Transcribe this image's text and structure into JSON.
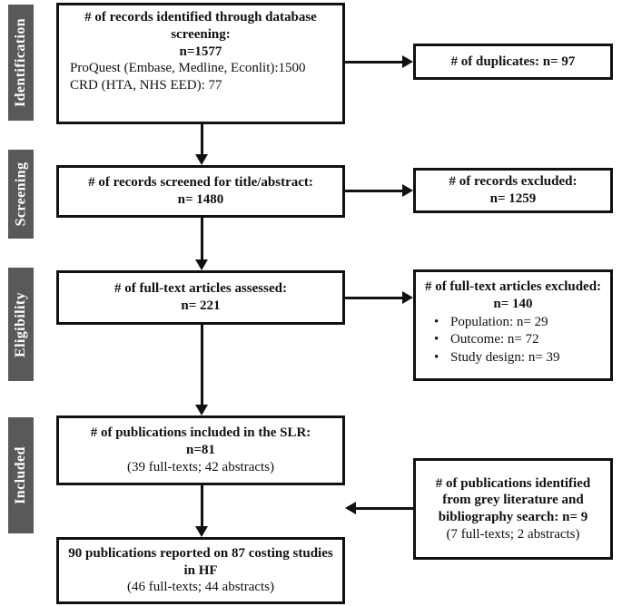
{
  "colors": {
    "sidebar_bg": "#595959",
    "sidebar_text": "#ffffff",
    "box_border": "#111111",
    "text": "#111111",
    "background": "#ffffff"
  },
  "stages": [
    {
      "label": "Identification"
    },
    {
      "label": "Screening"
    },
    {
      "label": "Eligibility"
    },
    {
      "label": "Included"
    }
  ],
  "boxes": {
    "identification": {
      "title": "# of records identified through database screening:",
      "count": "n=1577",
      "details": [
        "ProQuest (Embase, Medline, Econlit):1500",
        "CRD (HTA, NHS EED): 77"
      ]
    },
    "duplicates": {
      "title": "# of duplicates: n= 97"
    },
    "screened": {
      "title": "# of records screened for title/abstract:",
      "count": "n= 1480"
    },
    "records_excluded": {
      "title": "# of records excluded:",
      "count": "n= 1259"
    },
    "fulltext_assessed": {
      "title": "# of full-text articles assessed:",
      "count": "n= 221"
    },
    "fulltext_excluded": {
      "title": "# of full-text articles excluded: n= 140",
      "bullets": [
        "Population: n= 29",
        "Outcome: n= 72",
        "Study design: n= 39"
      ]
    },
    "slr_included": {
      "title": "# of publications included in the SLR:",
      "count": "n=81",
      "detail": "(39 full-texts; 42 abstracts)"
    },
    "grey_literature": {
      "title": "# of publications identified from grey literature and bibliography search: n= 9",
      "detail": "(7 full-texts; 2 abstracts)"
    },
    "final": {
      "title": "90 publications reported on 87 costing studies in HF",
      "detail": "(46 full-texts; 44 abstracts)"
    }
  }
}
